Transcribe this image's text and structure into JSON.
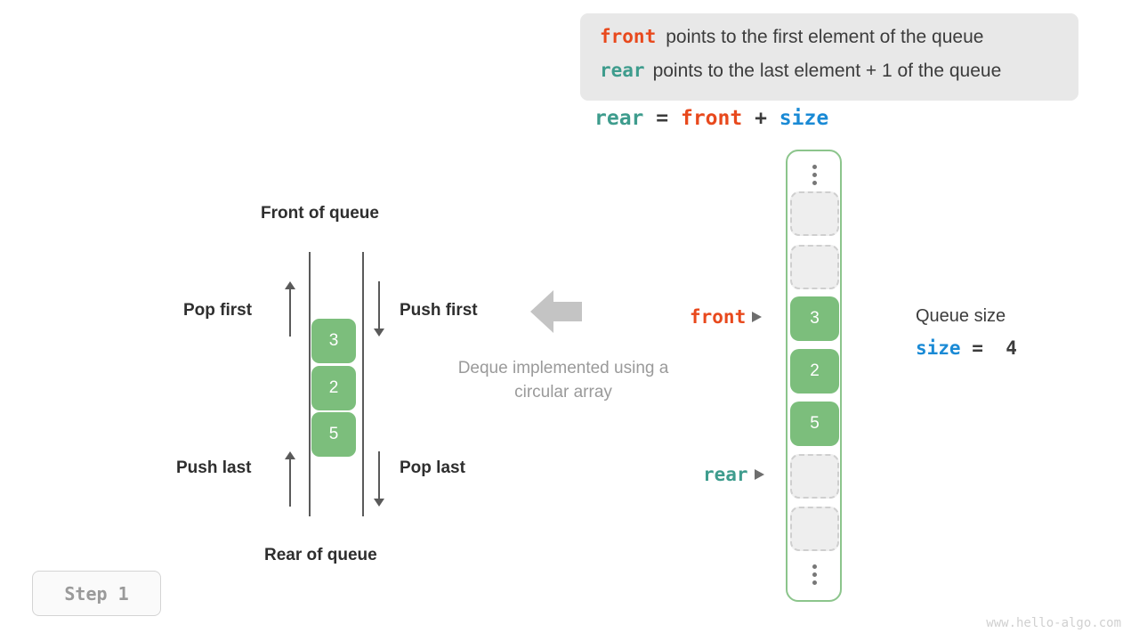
{
  "legend": {
    "front_keyword": "front",
    "front_description": "points to the first element of the queue",
    "rear_keyword": "rear",
    "rear_description": "points to the last element + 1 of the queue"
  },
  "formula": {
    "lhs": "rear",
    "equals": "=",
    "rhs_first": "front",
    "plus": "+",
    "rhs_second": "size"
  },
  "deque_diagram": {
    "top_label": "Front of queue",
    "bottom_label": "Rear of queue",
    "caption": "Deque implemented using a circular array",
    "operations": {
      "pop_first": "Pop first",
      "push_first": "Push first",
      "push_last": "Push last",
      "pop_last": "Pop last"
    },
    "cells": [
      "3",
      "2",
      "5"
    ]
  },
  "circular_array": {
    "slots": [
      {
        "value": "",
        "state": "empty"
      },
      {
        "value": "",
        "state": "empty"
      },
      {
        "value": "3",
        "state": "filled"
      },
      {
        "value": "2",
        "state": "filled"
      },
      {
        "value": "5",
        "state": "filled"
      },
      {
        "value": "",
        "state": "empty"
      },
      {
        "value": "",
        "state": "empty"
      }
    ],
    "pointers": {
      "front_label": "front",
      "rear_label": "rear"
    }
  },
  "queue_size": {
    "title": "Queue size",
    "variable": "size",
    "equals": "=",
    "value": "4"
  },
  "step_badge": "Step 1",
  "watermark": "www.hello-algo.com",
  "colors": {
    "front": "#e8491d",
    "rear": "#3e9c8d",
    "size": "#1a8ad5",
    "cell_fill": "#7cbe7c",
    "array_border": "#8cc58c",
    "empty_slot": "#eeeeee",
    "legend_bg": "#e8e8e8",
    "big_arrow": "#c4c4c4"
  }
}
